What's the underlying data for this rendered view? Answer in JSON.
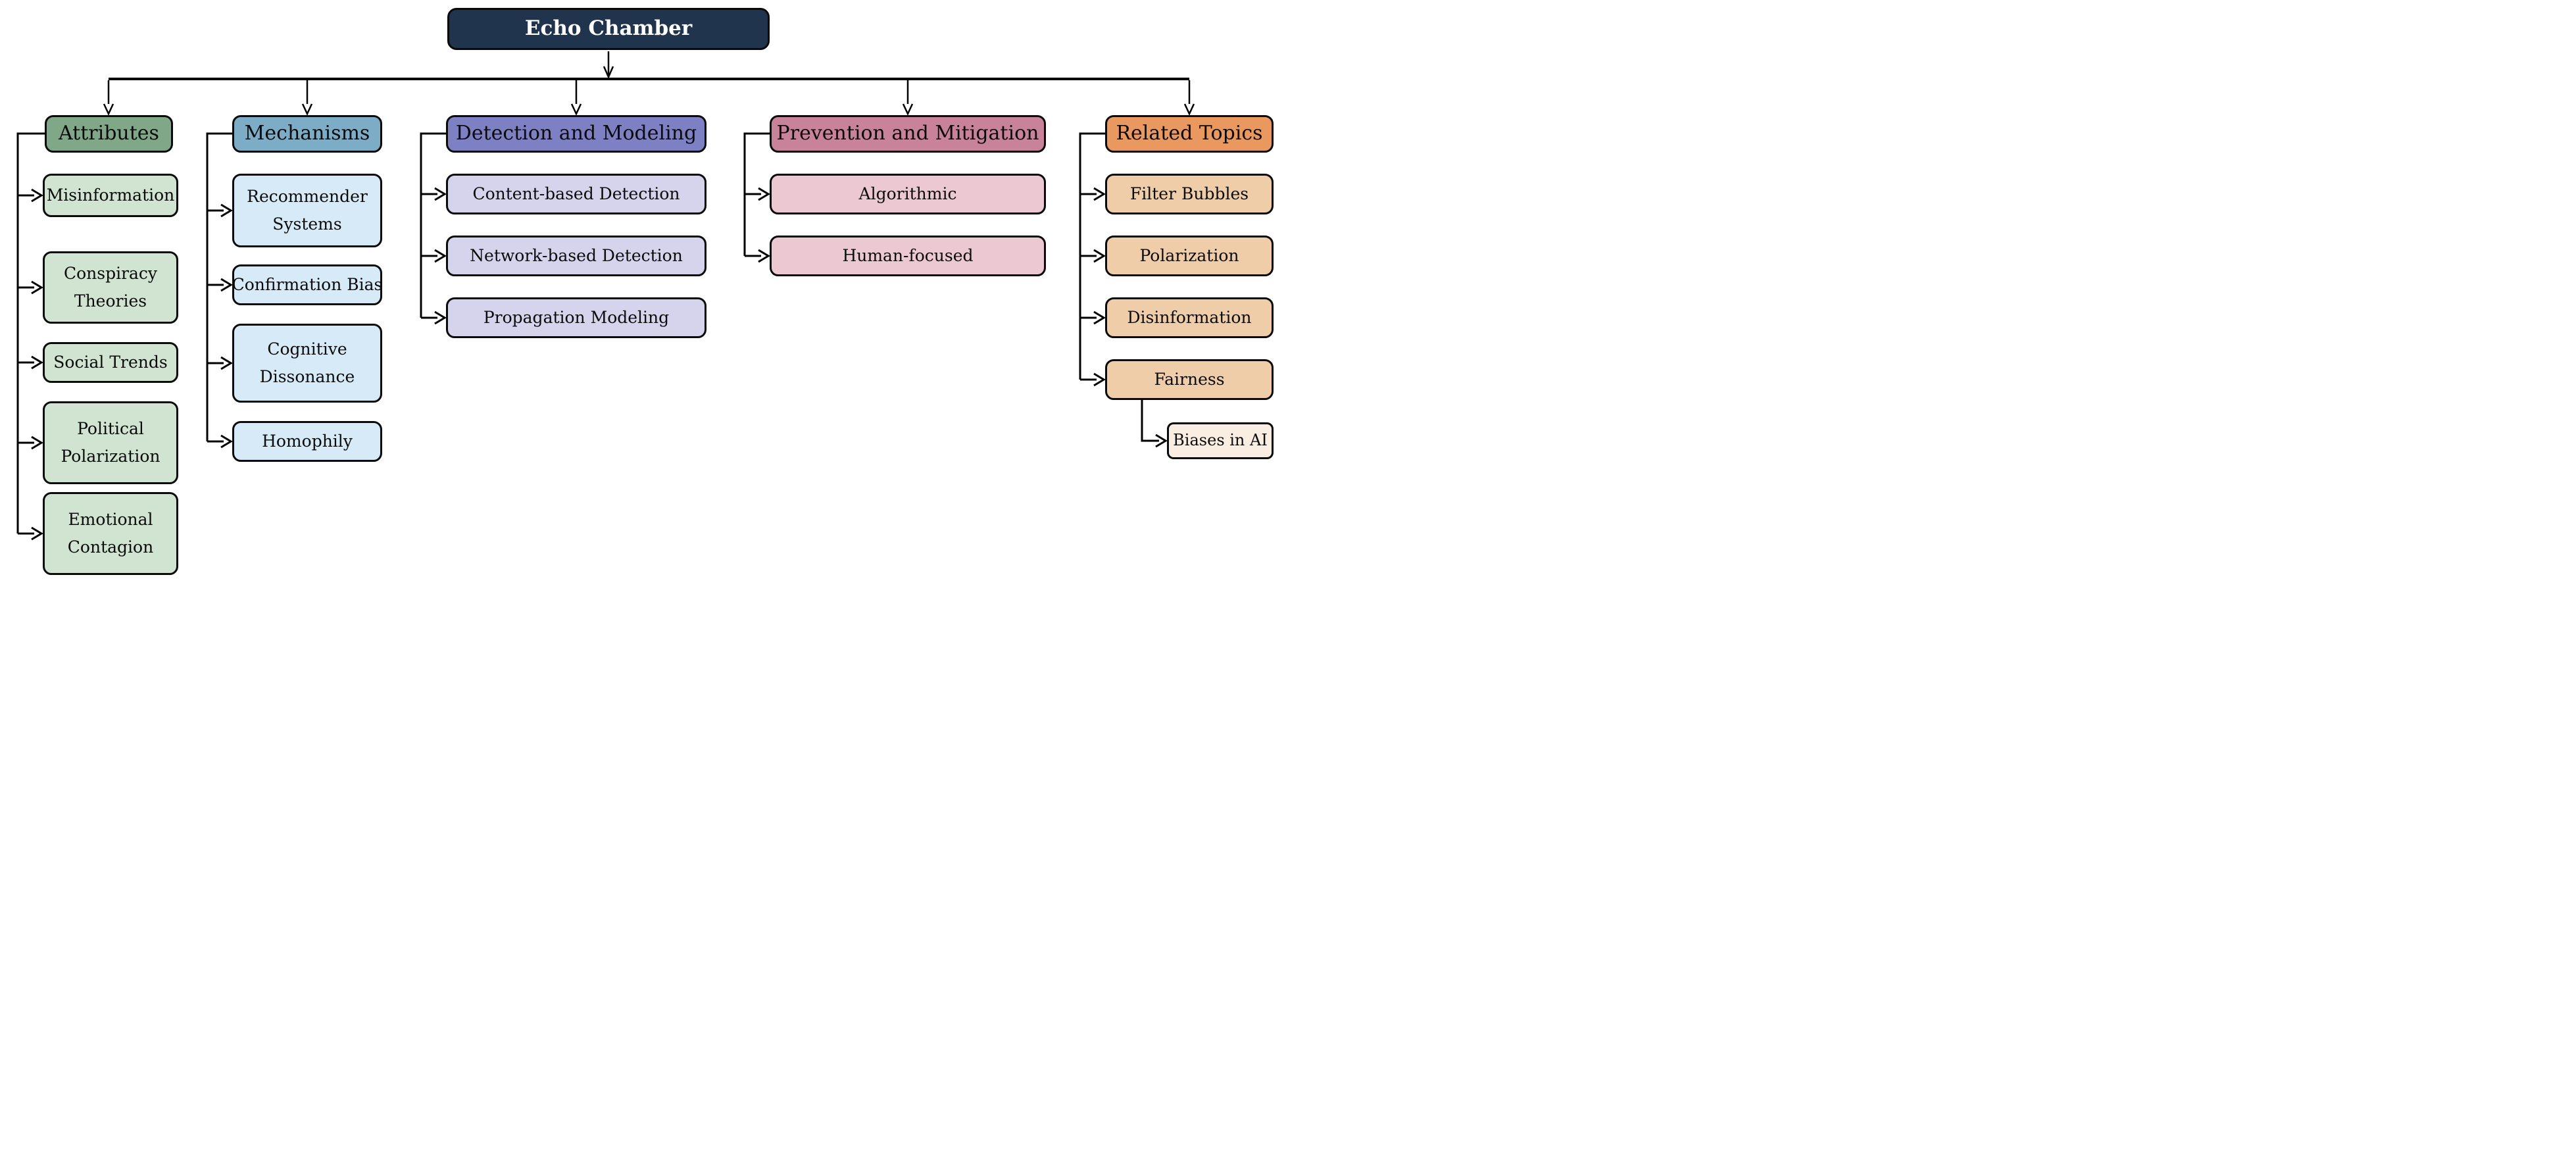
{
  "diagram": {
    "root": {
      "label": "Echo Chamber",
      "bg": "#20344E",
      "text_color": "#FFFFFF"
    },
    "connector_color": "#000000",
    "branches": [
      {
        "label": "Attributes",
        "header_bg": "#80A888",
        "child_bg": "#D0E4D1",
        "children": [
          "Misinformation",
          "Conspiracy Theories",
          "Social Trends",
          "Political Polarization",
          "Emotional Contagion"
        ]
      },
      {
        "label": "Mechanisms",
        "header_bg": "#7CACC6",
        "child_bg": "#D7EAF7",
        "children": [
          "Recommender Systems",
          "Confirmation Bias",
          "Cognitive Dissonance",
          "Homophily"
        ]
      },
      {
        "label": "Detection and Modeling",
        "header_bg": "#7E80C4",
        "child_bg": "#D6D4EC",
        "children": [
          "Content-based Detection",
          "Network-based Detection",
          "Propagation Modeling"
        ]
      },
      {
        "label": "Prevention and Mitigation",
        "header_bg": "#C8839A",
        "child_bg": "#ECC8D2",
        "children": [
          "Algorithmic",
          "Human-focused"
        ]
      },
      {
        "label": "Related Topics",
        "header_bg": "#E99960",
        "child_bg": "#F0CDA9",
        "children": [
          "Filter Bubbles",
          "Polarization",
          "Disinformation",
          "Fairness"
        ],
        "subchild": {
          "label": "Biases in AI",
          "bg": "#FAEEE2",
          "parent": "Fairness"
        }
      }
    ]
  }
}
